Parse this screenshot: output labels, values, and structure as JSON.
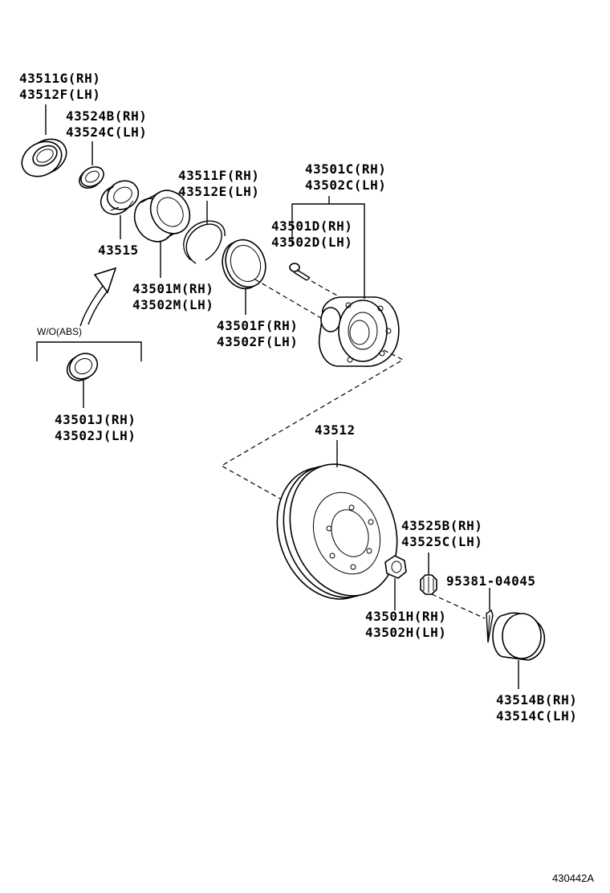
{
  "parts": {
    "oil_seal_outer": [
      "43511G(RH)",
      "43512F(LH)"
    ],
    "bearing_cup": [
      "43524B(RH)",
      "43524C(LH)"
    ],
    "bearing_kit": [
      "43515"
    ],
    "bearing_inner": [
      "43501M(RH)",
      "43502M(LH)"
    ],
    "snap_ring": [
      "43511F(RH)",
      "43512E(LH)"
    ],
    "oil_seal_inner": [
      "43501F(RH)",
      "43502F(LH)"
    ],
    "hub_axle": [
      "43501C(RH)",
      "43502C(LH)"
    ],
    "hub_bolt": [
      "43501D(RH)",
      "43502D(LH)"
    ],
    "seal_wo_abs": [
      "43501J(RH)",
      "43502J(LH)"
    ],
    "disc_rotor": [
      "43512"
    ],
    "lock_nut_cap": [
      "43525B(RH)",
      "43525C(LH)"
    ],
    "cotter_pin": [
      "95381-04045"
    ],
    "hub_nut": [
      "43501H(RH)",
      "43502H(LH)"
    ],
    "grease_cap": [
      "43514B(RH)",
      "43514C(LH)"
    ]
  },
  "variant_label": "W/O(ABS)",
  "diagram_ref": "430442A"
}
